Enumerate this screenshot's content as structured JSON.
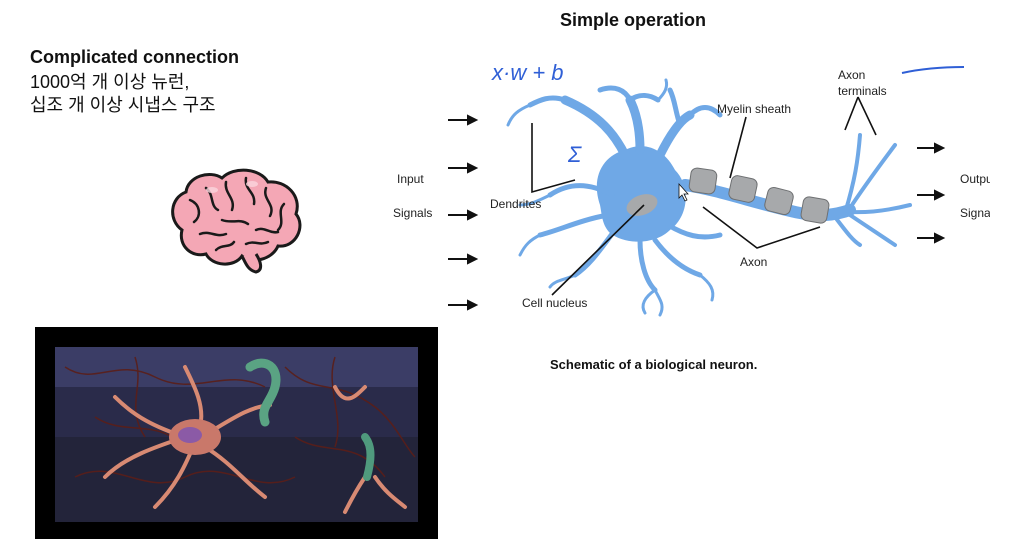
{
  "left": {
    "heading": "Complicated connection",
    "line1": "1000억 개 이상 뉴런,",
    "line2": "십조 개 이상 시냅스 구조"
  },
  "right": {
    "heading": "Simple operation",
    "handwriting": "x·w + b",
    "sigma": "Σ",
    "labels": {
      "input": "Input",
      "input_signals": "Signals",
      "dendrites": "Dendrites",
      "cell_nucleus": "Cell nucleus",
      "myelin_sheath": "Myelin sheath",
      "axon": "Axon",
      "axon_terminals_1": "Axon",
      "axon_terminals_2": "terminals",
      "output": "Output",
      "output_signals": "Signals"
    },
    "caption": "Schematic of a biological neuron."
  },
  "colors": {
    "neuron_blue": "#6fa8e6",
    "pen_blue": "#2f5fd6",
    "brain_pink": "#f4a7b5",
    "myelin_gray": "#a7a9ab"
  }
}
